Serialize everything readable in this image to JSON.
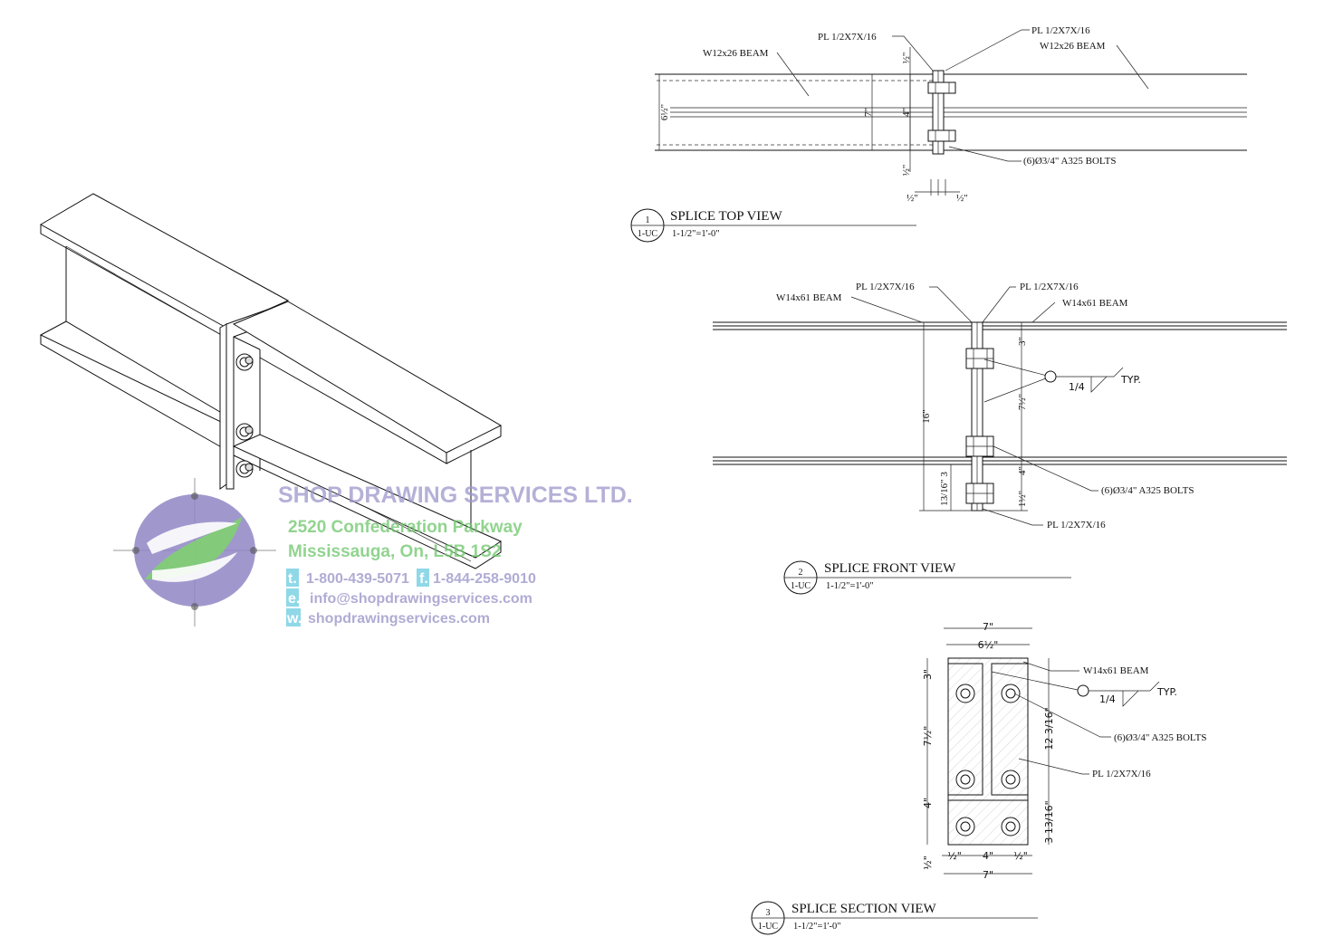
{
  "views": {
    "top": {
      "number": "1",
      "sheet": "1-UC",
      "title": "SPLICE TOP VIEW",
      "scale": "1-1/2\"=1'-0\"",
      "labels": {
        "beam_left": "W12x26 BEAM",
        "beam_right": "W12x26 BEAM",
        "plate_left": "PL 1/2X7X/16",
        "plate_right": "PL 1/2X7X/16",
        "bolts": "(6)Ø3/4\" A325 BOLTS"
      },
      "dims": {
        "overall": "6½\"",
        "plate": "7\"",
        "edge_top": "½\"",
        "gauge": "4\"",
        "edge_bot": "½\"",
        "plate_t_left": "½\"",
        "plate_t_right": "½\""
      }
    },
    "front": {
      "number": "2",
      "sheet": "1-UC",
      "title": "SPLICE FRONT VIEW",
      "scale": "1-1/2\"=1'-0\"",
      "labels": {
        "beam_left": "W14x61 BEAM",
        "beam_right": "W14x61 BEAM",
        "plate_left": "PL 1/2X7X/16",
        "plate_right": "PL 1/2X7X/16",
        "plate_bottom": "PL 1/2X7X/16",
        "bolts": "(6)Ø3/4\" A325 BOLTS",
        "weld_size": "1/4",
        "weld_note": "TYP."
      },
      "dims": {
        "depth": "16\"",
        "bot_edge": "13/16\" 3",
        "top_edge": "3\"",
        "mid": "7½\"",
        "lower": "4\"",
        "bottom": "1½\""
      }
    },
    "section": {
      "number": "3",
      "sheet": "1-UC",
      "title": "SPLICE SECTION VIEW",
      "scale": "1-1/2\"=1'-0\"",
      "labels": {
        "beam": "W14x61 BEAM",
        "bolts": "(6)Ø3/4\" A325 BOLTS",
        "plate": "PL 1/2X7X/16",
        "weld_size": "1/4",
        "weld_note": "TYP."
      },
      "dims": {
        "width_top": "7\"",
        "flange": "6½\"",
        "left_3": "3\"",
        "left_7half": "7½\"",
        "left_4": "4\"",
        "left_half": "½\"",
        "right_upper": "12 3/16\"",
        "right_lower": "3 13/16\"",
        "bottom_left": "½\"",
        "bottom_mid": "4\"",
        "bottom_right": "½\"",
        "width_bottom": "7\""
      }
    }
  },
  "watermark": {
    "company": "SHOP DRAWING SERVICES LTD.",
    "address1": "2520 Confederation Parkway",
    "address2": "Mississauga, On, L5B 1S2",
    "phone_tag": "t.",
    "phone": "1-800-439-5071",
    "fax_tag": "f.",
    "fax": "1-844-258-9010",
    "email_tag": "e.",
    "email": "info@shopdrawingservices.com",
    "web_tag": "w.",
    "web": "shopdrawingservices.com",
    "logo_colors": {
      "ring": "#8f86c4",
      "swoosh": "#7fcf72"
    }
  }
}
